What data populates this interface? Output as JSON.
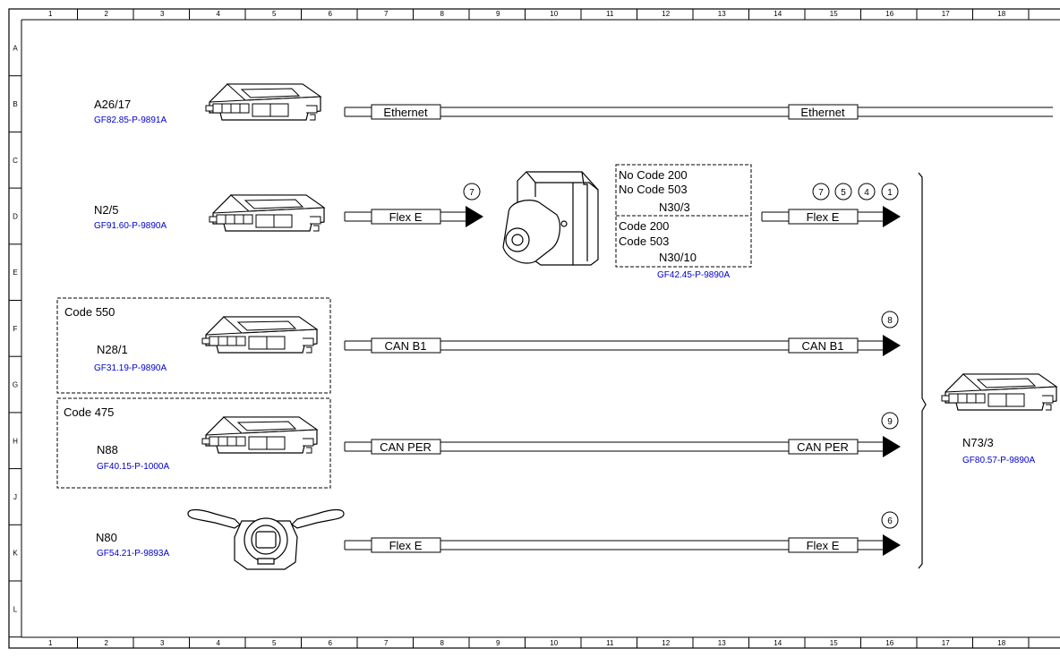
{
  "grid": {
    "columns": [
      "1",
      "2",
      "3",
      "4",
      "5",
      "6",
      "7",
      "8",
      "9",
      "10",
      "11",
      "12",
      "13",
      "14",
      "15",
      "16",
      "17",
      "18"
    ],
    "rows": [
      "A",
      "B",
      "C",
      "D",
      "E",
      "F",
      "G",
      "H",
      "J",
      "K",
      "L"
    ]
  },
  "components": {
    "a26": {
      "name": "A26/17",
      "ref": "GF82.85-P-9891A"
    },
    "n25": {
      "name": "N2/5",
      "ref": "GF91.60-P-9890A"
    },
    "n281": {
      "name": "N28/1",
      "ref": "GF31.19-P-9890A"
    },
    "n88": {
      "name": "N88",
      "ref": "GF40.15-P-1000A"
    },
    "n80": {
      "name": "N80",
      "ref": "GF54.21-P-9893A"
    },
    "n733": {
      "name": "N73/3",
      "ref": "GF80.57-P-9890A"
    }
  },
  "codes": {
    "code550": "Code 550",
    "code475": "Code 475"
  },
  "n30": {
    "top_line1": "No Code 200",
    "top_line2": "No Code 503",
    "top_name": "N30/3",
    "bottom_line1": "Code 200",
    "bottom_line2": "Code 503",
    "bottom_name": "N30/10",
    "ref": "GF42.45-P-9890A"
  },
  "buses": {
    "ethernet_left": "Ethernet",
    "ethernet_right": "Ethernet",
    "flexe_top_left": "Flex E",
    "flexe_top_right": "Flex E",
    "canb1_left": "CAN B1",
    "canb1_right": "CAN B1",
    "canper_left": "CAN PER",
    "canper_right": "CAN PER",
    "flexe_bottom_left": "Flex E",
    "flexe_bottom_right": "Flex E"
  },
  "markers": {
    "m7_left": "7",
    "m7": "7",
    "m5": "5",
    "m4": "4",
    "m1": "1",
    "m8": "8",
    "m9": "9",
    "m6": "6"
  }
}
